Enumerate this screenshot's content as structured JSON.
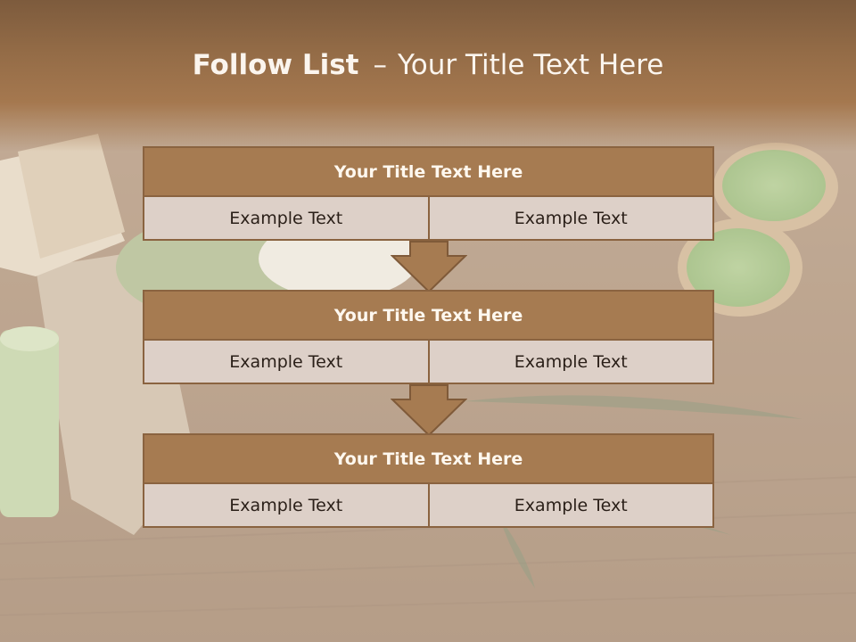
{
  "slide": {
    "title_bold": "Follow List",
    "title_separator": "–",
    "title_rest": "Your Title Text Here"
  },
  "blocks": [
    {
      "title": "Your Title Text Here",
      "left": "Example Text",
      "right": "Example Text"
    },
    {
      "title": "Your Title Text Here",
      "left": "Example Text",
      "right": "Example Text"
    },
    {
      "title": "Your Title Text Here",
      "left": "Example Text",
      "right": "Example Text"
    }
  ],
  "colors": {
    "header": "#a67b51",
    "header_border": "#8a6340",
    "cell_fill": "#ddd0c8",
    "arrow_fill": "#a67b51"
  },
  "background_image": "spa-still-life-photo"
}
